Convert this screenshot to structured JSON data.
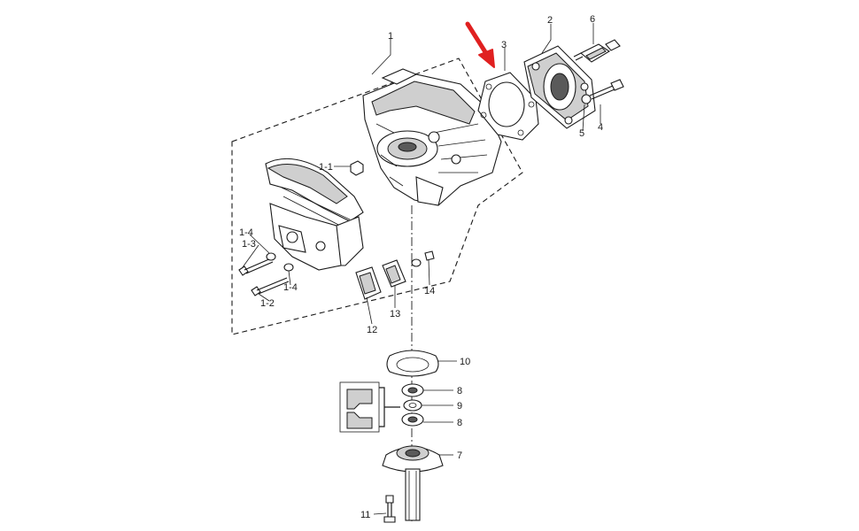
{
  "callouts": {
    "c1": "1",
    "c2": "2",
    "c3": "3",
    "c4": "4",
    "c5": "5",
    "c6": "6",
    "c7": "7",
    "c8a": "8",
    "c8b": "8",
    "c9": "9",
    "c10": "10",
    "c11": "11",
    "c12": "12",
    "c13": "13",
    "c14": "14",
    "c1_1": "1-1",
    "c1_2": "1-2",
    "c1_3": "1-3",
    "c1_4a": "1-4",
    "c1_4b": "1-4"
  },
  "colors": {
    "line": "#1a1a1a",
    "highlight_arrow": "#e02020"
  }
}
